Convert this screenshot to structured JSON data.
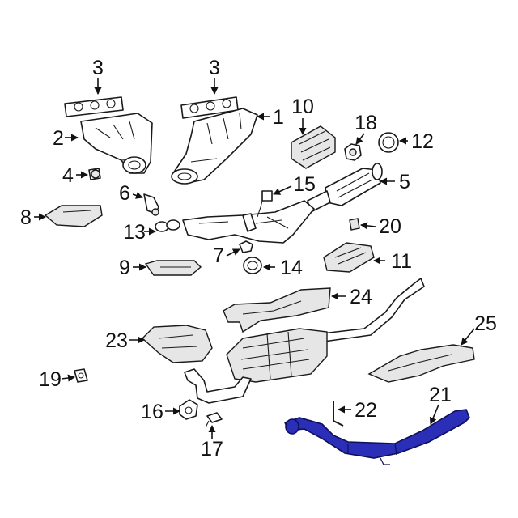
{
  "diagram": {
    "labels": {
      "p1": "1",
      "p2": "2",
      "p3a": "3",
      "p3b": "3",
      "p4": "4",
      "p5": "5",
      "p6": "6",
      "p7": "7",
      "p8": "8",
      "p9": "9",
      "p10": "10",
      "p11": "11",
      "p12": "12",
      "p13": "13",
      "p14": "14",
      "p15": "15",
      "p16": "16",
      "p17": "17",
      "p18": "18",
      "p19": "19",
      "p20": "20",
      "p21": "21",
      "p22": "22",
      "p23": "23",
      "p24": "24",
      "p25": "25"
    },
    "highlight_part": "21",
    "colors": {
      "highlight": "#2b2fb8",
      "outline": "#1a1a1a",
      "background": "#ffffff"
    }
  }
}
